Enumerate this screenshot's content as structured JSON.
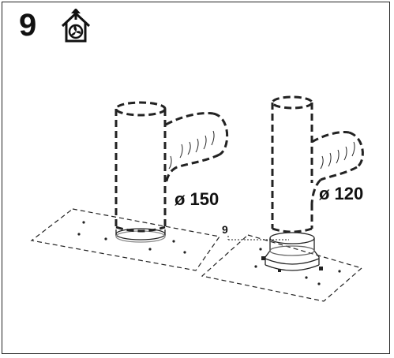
{
  "step": {
    "number": "9"
  },
  "icons": {
    "mode_icon": "house-with-fan-exhaust-icon"
  },
  "labels": {
    "duct_150": "ø 150",
    "duct_120": "ø 120",
    "callout": "9"
  }
}
